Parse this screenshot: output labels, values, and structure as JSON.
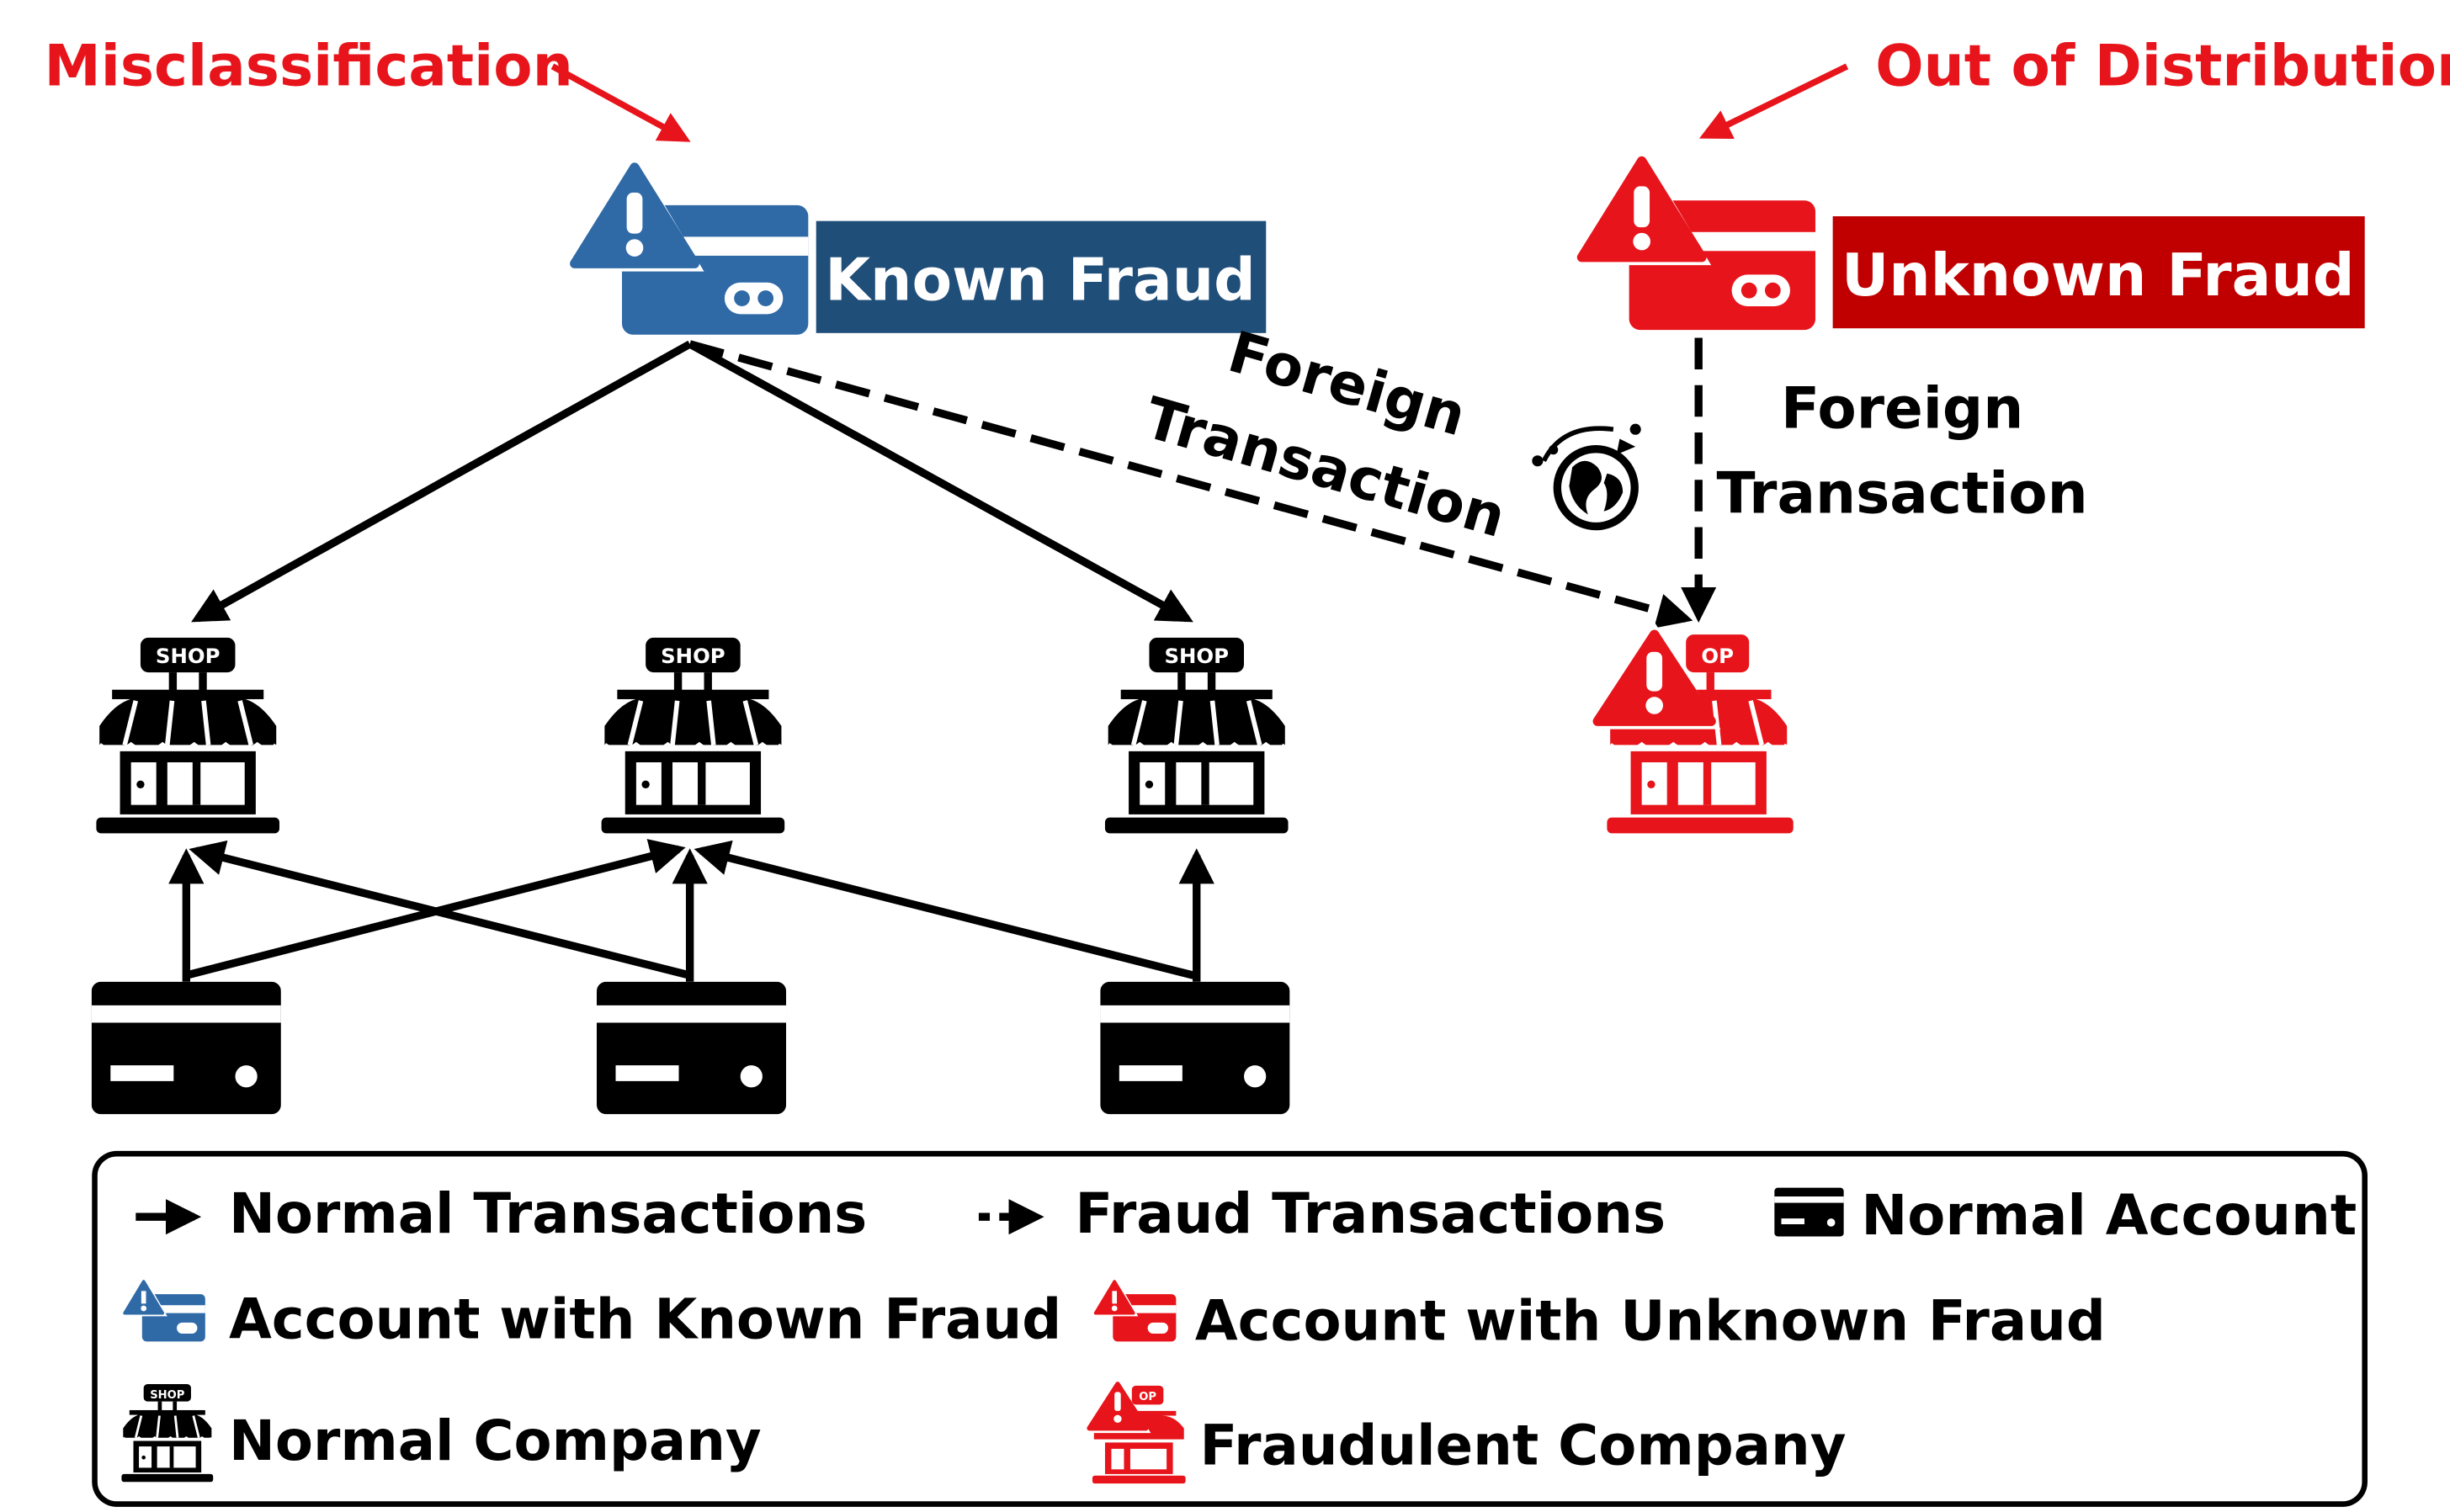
{
  "annotations": {
    "misclassification": "Misclassification",
    "out_of_distribution": "Out of Distribution"
  },
  "fraud_boxes": {
    "known": "Known Fraud",
    "unknown": "Unknown Fraud"
  },
  "edge_labels": {
    "foreign_left_line1": "Foreign",
    "foreign_left_line2": "Transaction",
    "foreign_right_line1": "Foreign",
    "foreign_right_line2": "Transaction"
  },
  "shop_sign": "SHOP",
  "shop_sign_partial": "OP",
  "legend": {
    "normal_transactions": "Normal Transactions",
    "fraud_transactions": "Fraud Transactions",
    "normal_account": "Normal Account",
    "account_known_fraud": "Account with Known Fraud",
    "account_unknown_fraud": "Account with Unknown Fraud",
    "normal_company": "Normal Company",
    "fraudulent_company": "Fraudulent Company"
  },
  "colors": {
    "red": "#e8141b",
    "dark_red": "#c00000",
    "blue": "#2f6aa7",
    "navy": "#1f4e79",
    "black": "#000000",
    "white": "#ffffff"
  }
}
